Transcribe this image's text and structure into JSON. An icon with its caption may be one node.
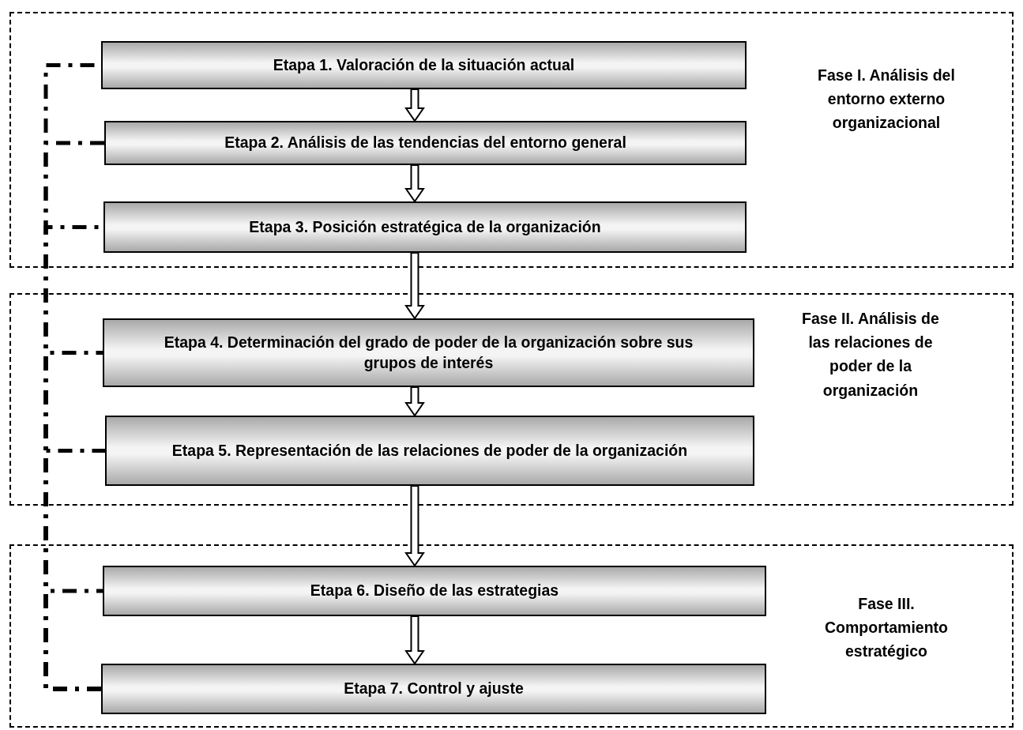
{
  "diagram": {
    "nodes": [
      {
        "text": [
          "Fase I. Análisis del entorno externo organizacional"
        ]
      },
      {
        "text": [
          "Etapa 1. Valoración de la situación actual"
        ],
        "in": 0
      },
      {
        "text": [
          "Etapa 2. Análisis de las tendencias del entorno general"
        ],
        "in": 0
      },
      {
        "text": [
          "Etapa 3. Posición estratégica de la organización"
        ],
        "in": 0
      },
      {
        "text": [
          "Fase II. Análisis de las relaciones de poder de la organización"
        ]
      },
      {
        "text": [
          "Etapa 4. Determinación del grado de poder de la organización sobre sus grupos de interés"
        ],
        "in": 4
      },
      {
        "text": [
          "Etapa 5. Representación de las relaciones de poder de la organización"
        ],
        "in": 4
      },
      {
        "text": [
          "Fase III. Comportamiento estratégico"
        ]
      },
      {
        "text": [
          "Etapa 6. Diseño de las estrategias"
        ],
        "in": 7
      },
      {
        "text": [
          "Etapa 7. Control y ajuste"
        ],
        "in": 7
      }
    ],
    "edges": [
      {
        "from": 1,
        "to": 2,
        "arrow": "to",
        "style": "thick"
      },
      {
        "from": 2,
        "to": 3,
        "arrow": "to",
        "style": "thick"
      },
      {
        "from": 3,
        "to": 5,
        "arrow": "to",
        "style": "thick"
      },
      {
        "from": 5,
        "to": 6,
        "arrow": "to",
        "style": "thick"
      },
      {
        "from": 6,
        "to": 8,
        "arrow": "to",
        "style": "thick"
      },
      {
        "from": 8,
        "to": 9,
        "arrow": "to",
        "style": "thick"
      },
      {
        "from": 9,
        "to": 1,
        "arrow": "none",
        "style": "dashed"
      },
      {
        "from": 9,
        "to": 2,
        "arrow": "none",
        "style": "dashed"
      },
      {
        "from": 9,
        "to": 3,
        "arrow": "none",
        "style": "dashed"
      },
      {
        "from": 9,
        "to": 5,
        "arrow": "none",
        "style": "dashed"
      },
      {
        "from": 9,
        "to": 6,
        "arrow": "none",
        "style": "dashed"
      },
      {
        "from": 9,
        "to": 8,
        "arrow": "none",
        "style": "dashed"
      }
    ]
  }
}
